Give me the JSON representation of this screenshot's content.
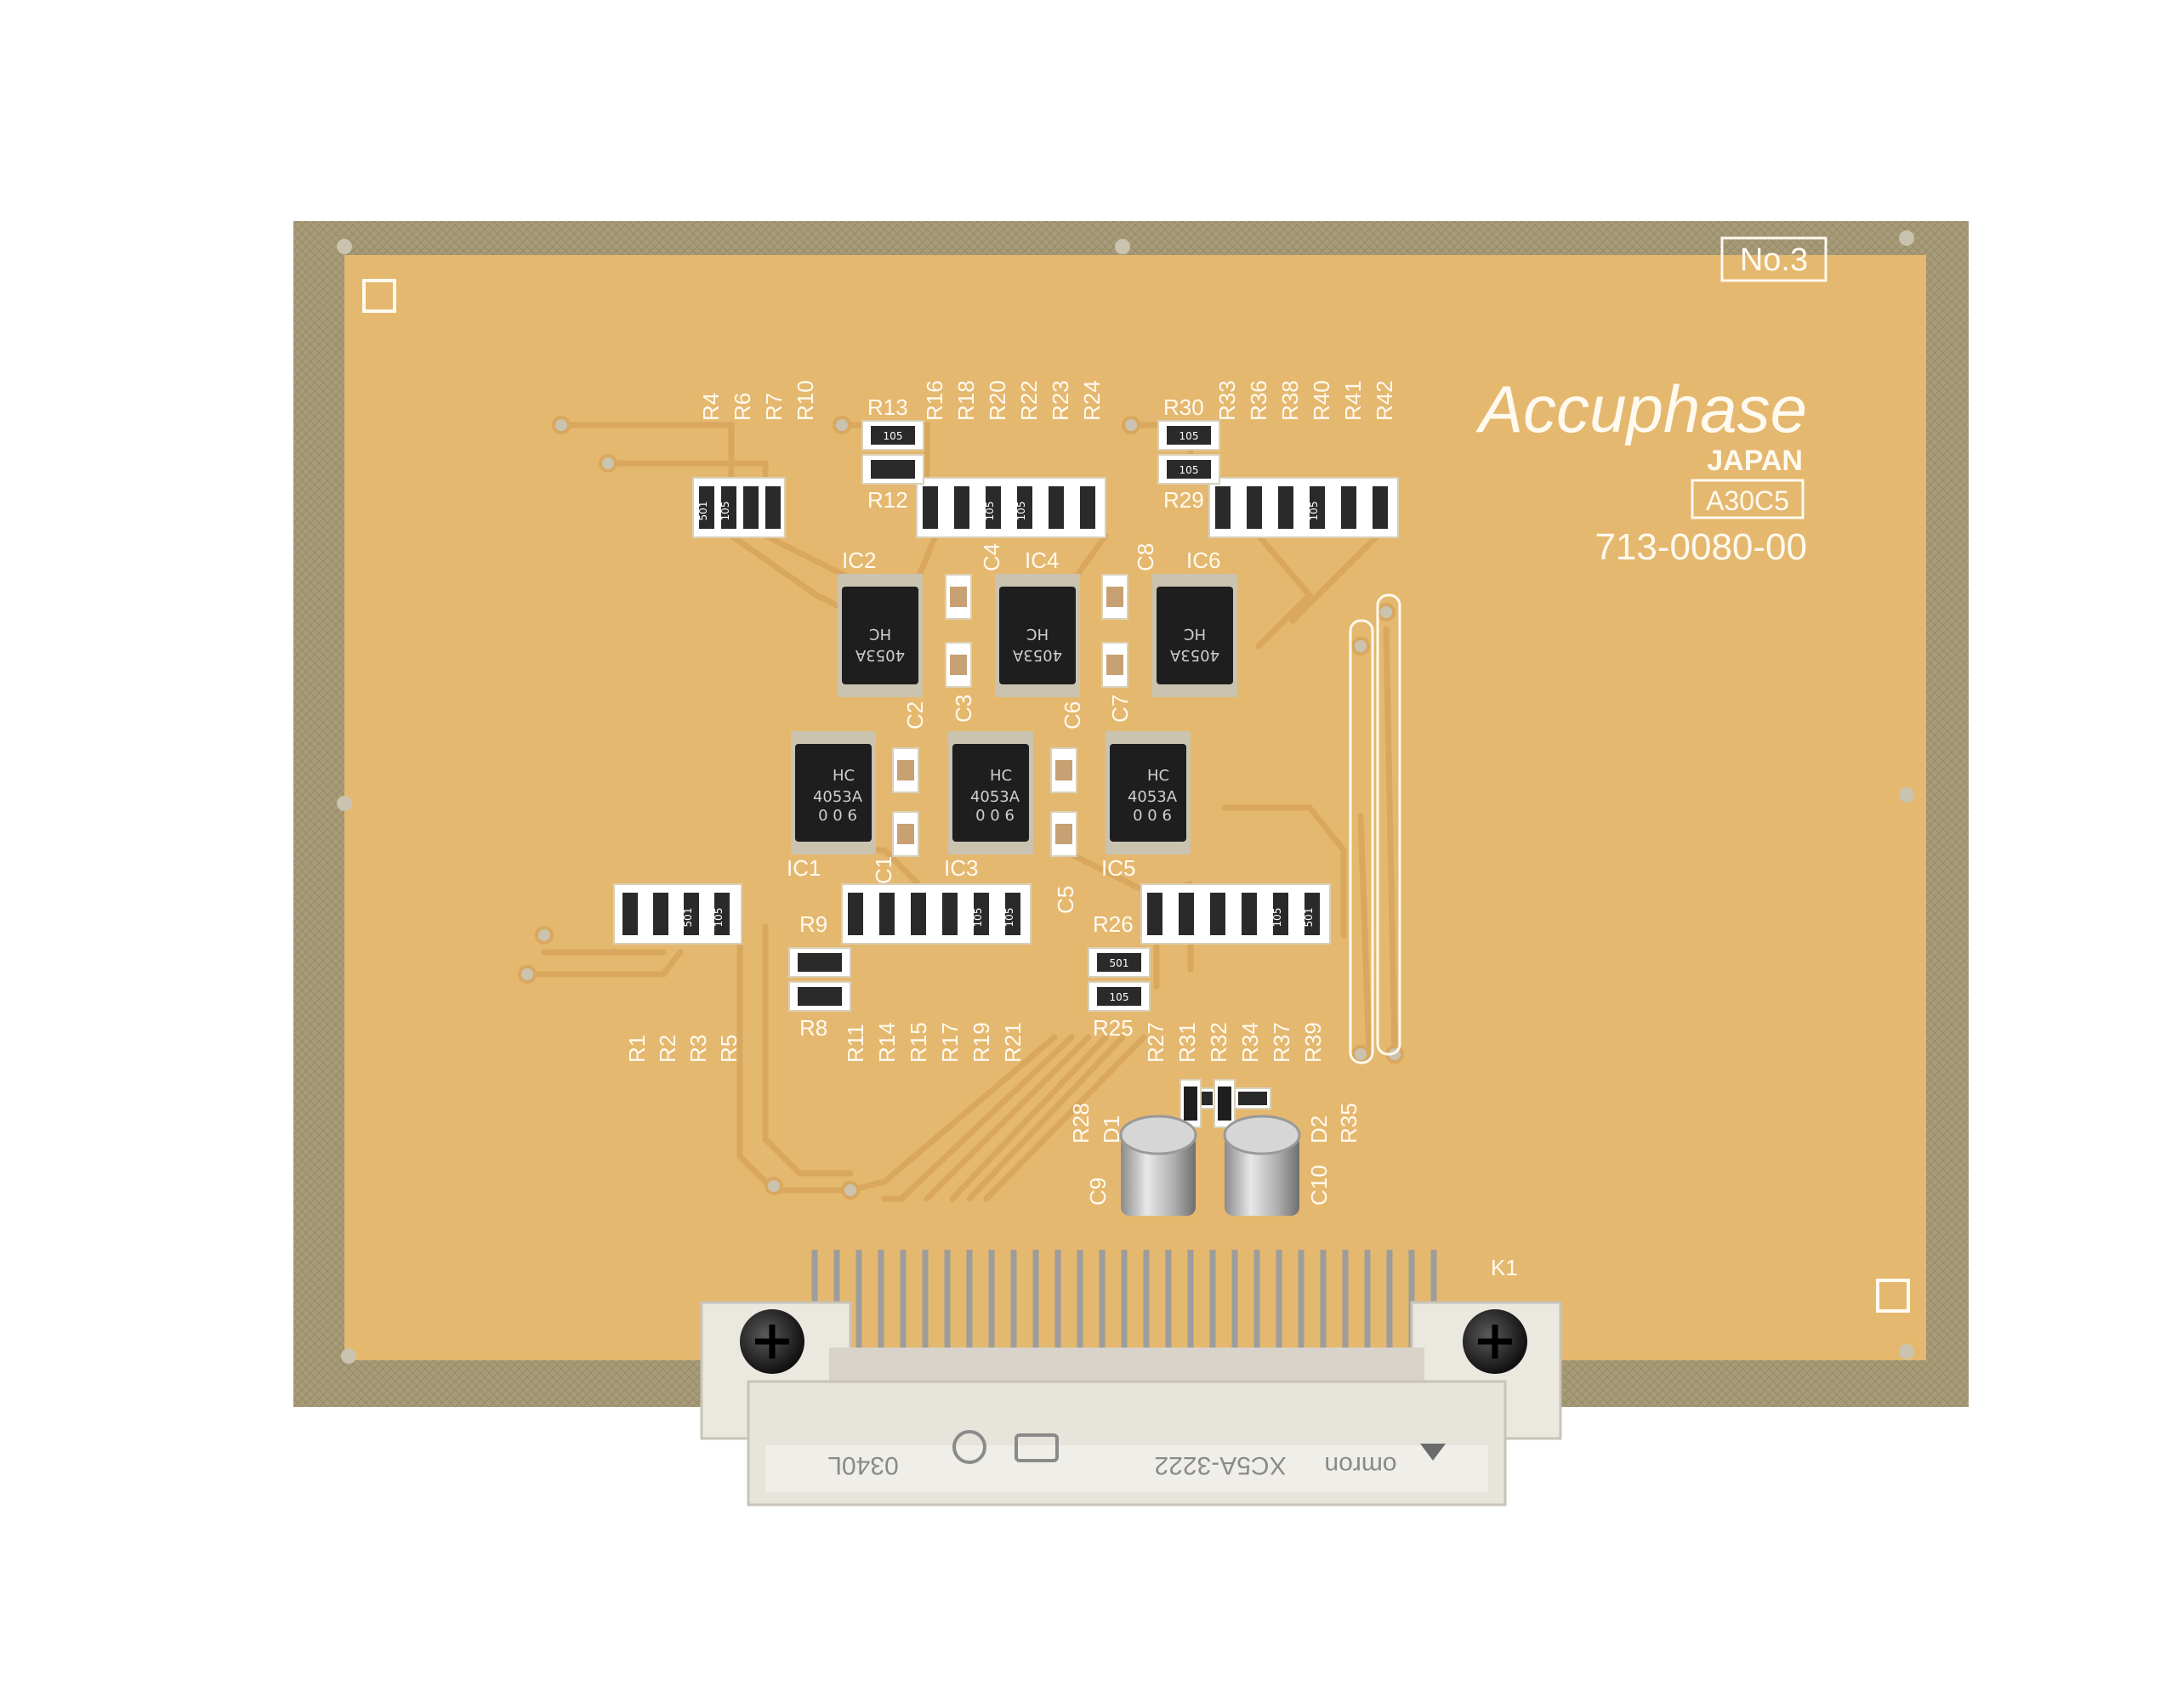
{
  "board": {
    "colors": {
      "border": "#a89b78",
      "substrate": "#e5b86f",
      "silkscreen": "#fffaf0",
      "trace": "#d9a75e",
      "chip": "#1e1e1e",
      "connector": "#e7e4dc"
    },
    "brand": "Accuphase",
    "country": "JAPAN",
    "model_code": "A30C5",
    "part_number": "713-0080-00",
    "board_number": "No.3",
    "connector_label": "K1",
    "connector_marking": {
      "maker": "omron",
      "model": "XC5A-3222",
      "date_code": "0340L"
    }
  },
  "resistor_labels": {
    "top_left": [
      "R4",
      "R6",
      "R7",
      "R10"
    ],
    "top_mid": [
      "R16",
      "R18",
      "R20",
      "R22",
      "R23",
      "R24"
    ],
    "top_right": [
      "R33",
      "R36",
      "R38",
      "R40",
      "R41",
      "R42"
    ],
    "bottom_left": [
      "R1",
      "R2",
      "R3",
      "R5"
    ],
    "bottom_mid": [
      "R11",
      "R14",
      "R15",
      "R17",
      "R19",
      "R21"
    ],
    "bottom_right": [
      "R27",
      "R31",
      "R32",
      "R34",
      "R37",
      "R39"
    ],
    "singles": [
      "R13",
      "R12",
      "R30",
      "R29",
      "R9",
      "R8",
      "R26",
      "R25",
      "R28",
      "R35"
    ]
  },
  "ic_labels": [
    "IC1",
    "IC2",
    "IC3",
    "IC4",
    "IC5",
    "IC6"
  ],
  "capacitor_labels": [
    "C1",
    "C2",
    "C3",
    "C4",
    "C5",
    "C6",
    "C7",
    "C8",
    "C9",
    "C10"
  ],
  "diode_labels": [
    "D1",
    "D2"
  ],
  "chip_marking": {
    "line1": "HC",
    "line2": "4053A",
    "line3": "0 0 6"
  },
  "resistor_code": "105",
  "resistor_code_alt": "501"
}
